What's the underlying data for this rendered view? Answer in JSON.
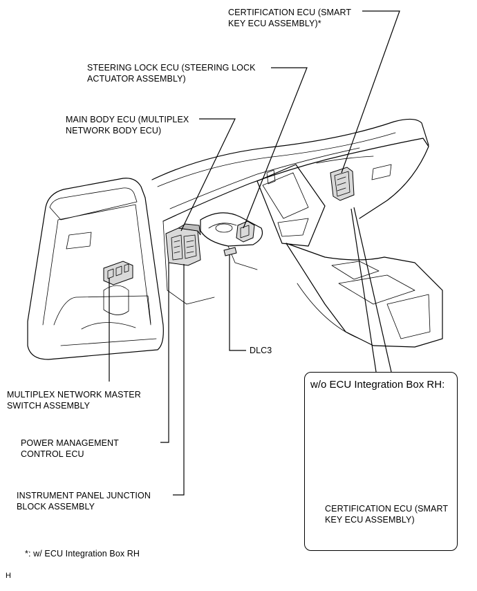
{
  "labels": {
    "certification_ecu_top": [
      "CERTIFICATION ECU (SMART",
      "KEY ECU ASSEMBLY)*"
    ],
    "steering_lock_ecu": [
      "STEERING LOCK ECU (STEERING LOCK",
      "ACTUATOR ASSEMBLY)"
    ],
    "main_body_ecu": [
      "MAIN BODY ECU (MULTIPLEX",
      "NETWORK BODY ECU)"
    ],
    "dlc3": "DLC3",
    "multiplex_master_switch": [
      "MULTIPLEX NETWORK MASTER",
      "SWITCH ASSEMBLY"
    ],
    "power_management_ecu": [
      "POWER MANAGEMENT",
      "CONTROL ECU"
    ],
    "junction_block": [
      "INSTRUMENT PANEL JUNCTION",
      "BLOCK ASSEMBLY"
    ],
    "inset_certification_ecu": [
      "CERTIFICATION ECU (SMART",
      "KEY ECU ASSEMBLY)"
    ]
  },
  "inset": {
    "title": "w/o ECU Integration Box RH:"
  },
  "footnote": "*: w/ ECU Integration Box RH",
  "corner_code": "H"
}
